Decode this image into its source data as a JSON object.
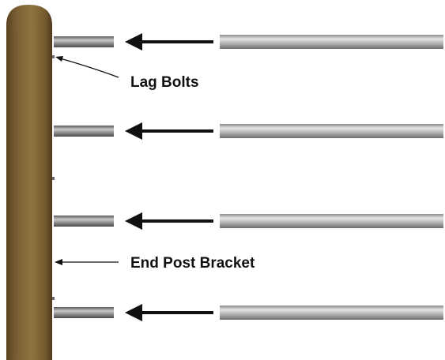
{
  "labels": {
    "lag_bolts": "Lag Bolts",
    "end_post_bracket": "End Post Bracket"
  },
  "colors": {
    "post_dark": "#5a4322",
    "post_mid": "#7d6234",
    "post_light": "#8f7440",
    "rail_dark": "#6f6f6f",
    "rail_light": "#e6e6e6",
    "arrow": "#111111",
    "background": "#ffffff"
  },
  "rail_count": 4
}
